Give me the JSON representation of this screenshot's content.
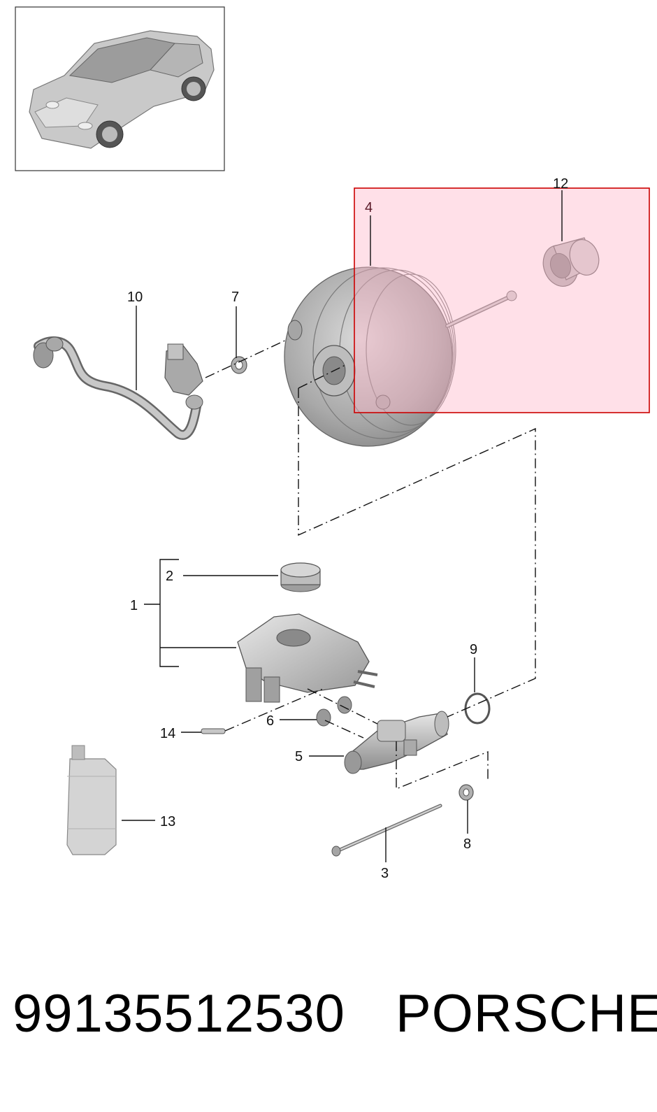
{
  "diagram": {
    "callouts": {
      "c1": "1",
      "c2": "2",
      "c3": "3",
      "c4": "4",
      "c5": "5",
      "c6": "6",
      "c7": "7",
      "c8": "8",
      "c9": "9",
      "c10": "10",
      "c12": "12",
      "c13": "13",
      "c14": "14"
    },
    "highlight_color": "#cc0000",
    "highlight_fill": "#ffb6c8"
  },
  "footer": {
    "part_number": "99135512530",
    "brand": "PORSCHE"
  }
}
